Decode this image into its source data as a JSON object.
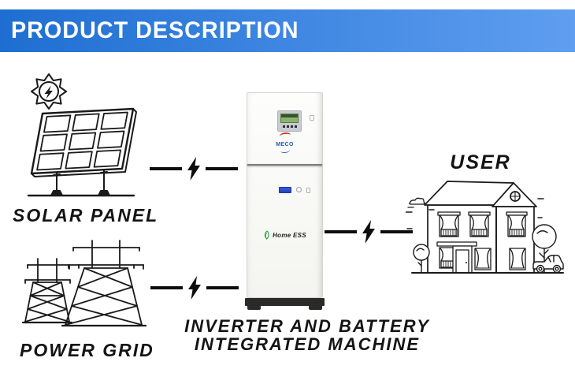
{
  "header": {
    "title": "PRODUCT DESCRIPTION"
  },
  "nodes": {
    "solar_panel": {
      "label": "SOLAR PANEL"
    },
    "power_grid": {
      "label": "POWER GRID"
    },
    "machine": {
      "brand": "MECO",
      "product_name": "Home ESS",
      "caption_line1": "INVERTER AND BATTERY",
      "caption_line2": "INTEGRATED MACHINE"
    },
    "user": {
      "label": "USER"
    }
  },
  "connectors": [
    {
      "from": "solar_panel",
      "to": "machine",
      "icon": "lightning-bolt"
    },
    {
      "from": "power_grid",
      "to": "machine",
      "icon": "lightning-bolt"
    },
    {
      "from": "machine",
      "to": "user",
      "icon": "lightning-bolt"
    }
  ],
  "colors": {
    "banner_gradient_start": "#1e6ed1",
    "banner_gradient_end": "#5f9ef0",
    "banner_text": "#ffffff",
    "line_art": "#1a1a1a",
    "leaf_green": "#2f9e44",
    "brand_blue": "#2a5caa",
    "brand_red": "#cf3a33",
    "battery_display_blue": "#2f4fd0",
    "machine_base_dark": "#2b2a28"
  }
}
